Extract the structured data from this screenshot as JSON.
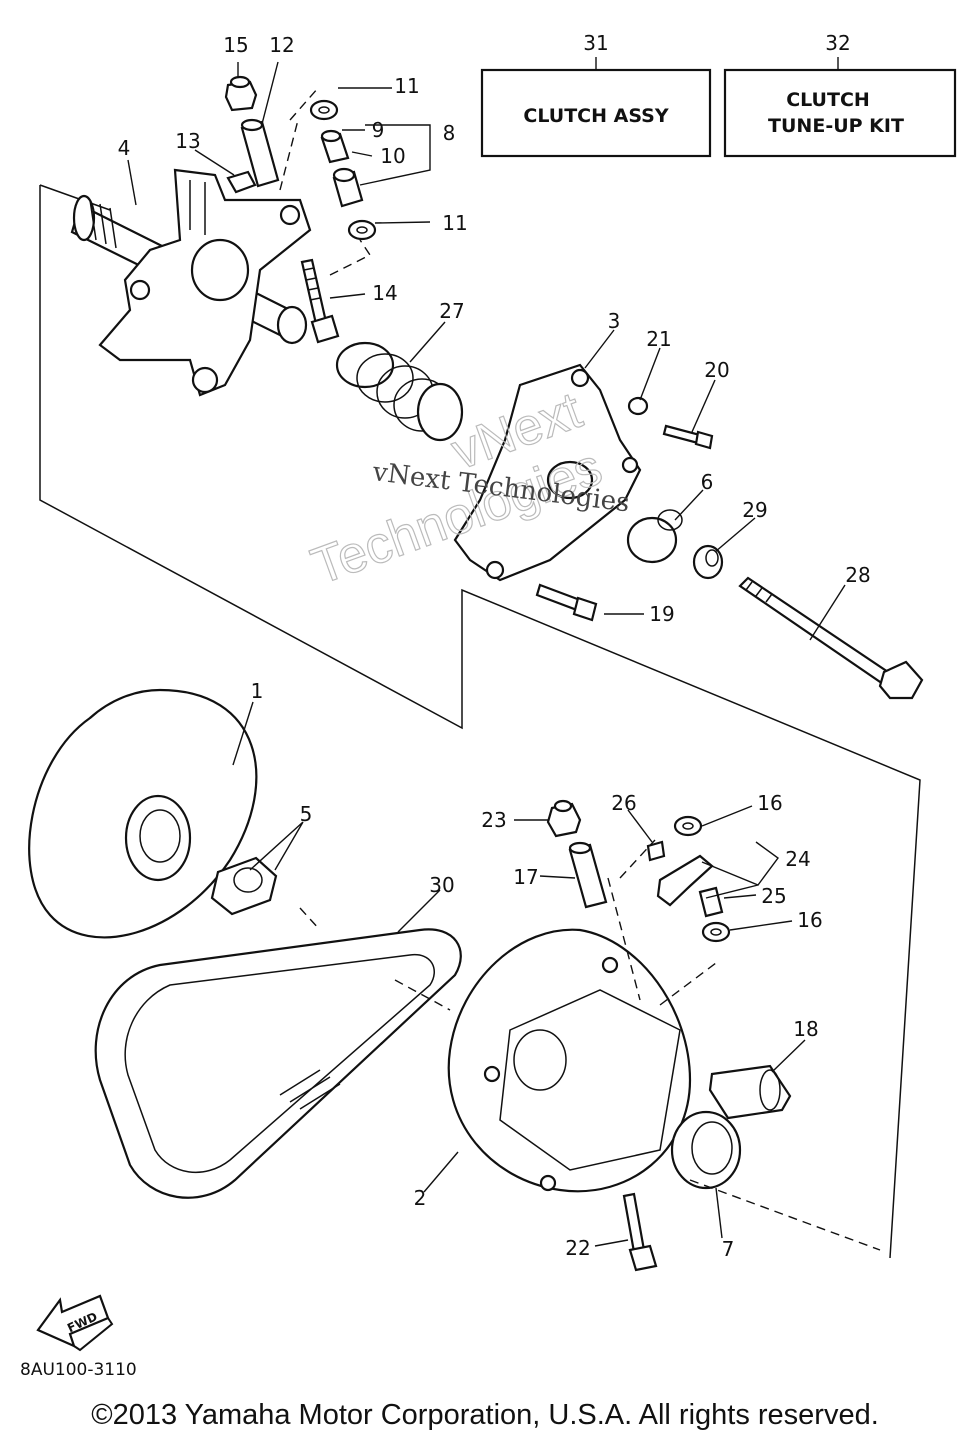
{
  "callouts": [
    {
      "num": "1"
    },
    {
      "num": "2"
    },
    {
      "num": "3"
    },
    {
      "num": "4"
    },
    {
      "num": "5"
    },
    {
      "num": "6"
    },
    {
      "num": "7"
    },
    {
      "num": "8"
    },
    {
      "num": "9"
    },
    {
      "num": "10"
    },
    {
      "num": "11"
    },
    {
      "num": "11"
    },
    {
      "num": "12"
    },
    {
      "num": "13"
    },
    {
      "num": "14"
    },
    {
      "num": "15"
    },
    {
      "num": "16"
    },
    {
      "num": "16"
    },
    {
      "num": "17"
    },
    {
      "num": "18"
    },
    {
      "num": "19"
    },
    {
      "num": "20"
    },
    {
      "num": "21"
    },
    {
      "num": "22"
    },
    {
      "num": "23"
    },
    {
      "num": "24"
    },
    {
      "num": "25"
    },
    {
      "num": "26"
    },
    {
      "num": "27"
    },
    {
      "num": "28"
    },
    {
      "num": "29"
    },
    {
      "num": "30"
    },
    {
      "num": "31"
    },
    {
      "num": "32"
    }
  ],
  "boxes": {
    "clutch_assy": {
      "number": "31",
      "label": "CLUTCH ASSY"
    },
    "tune_up_kit": {
      "number": "32",
      "line1": "CLUTCH",
      "line2": "TUNE-UP KIT"
    }
  },
  "fwd_label": "FWD",
  "diagram_code": "8AU100-3110",
  "watermark": {
    "line1": "vNext Technologies",
    "line2": "Technologies",
    "line3": "vNext"
  },
  "copyright": "©2013 Yamaha Motor Corporation, U.S.A. All rights reserved."
}
